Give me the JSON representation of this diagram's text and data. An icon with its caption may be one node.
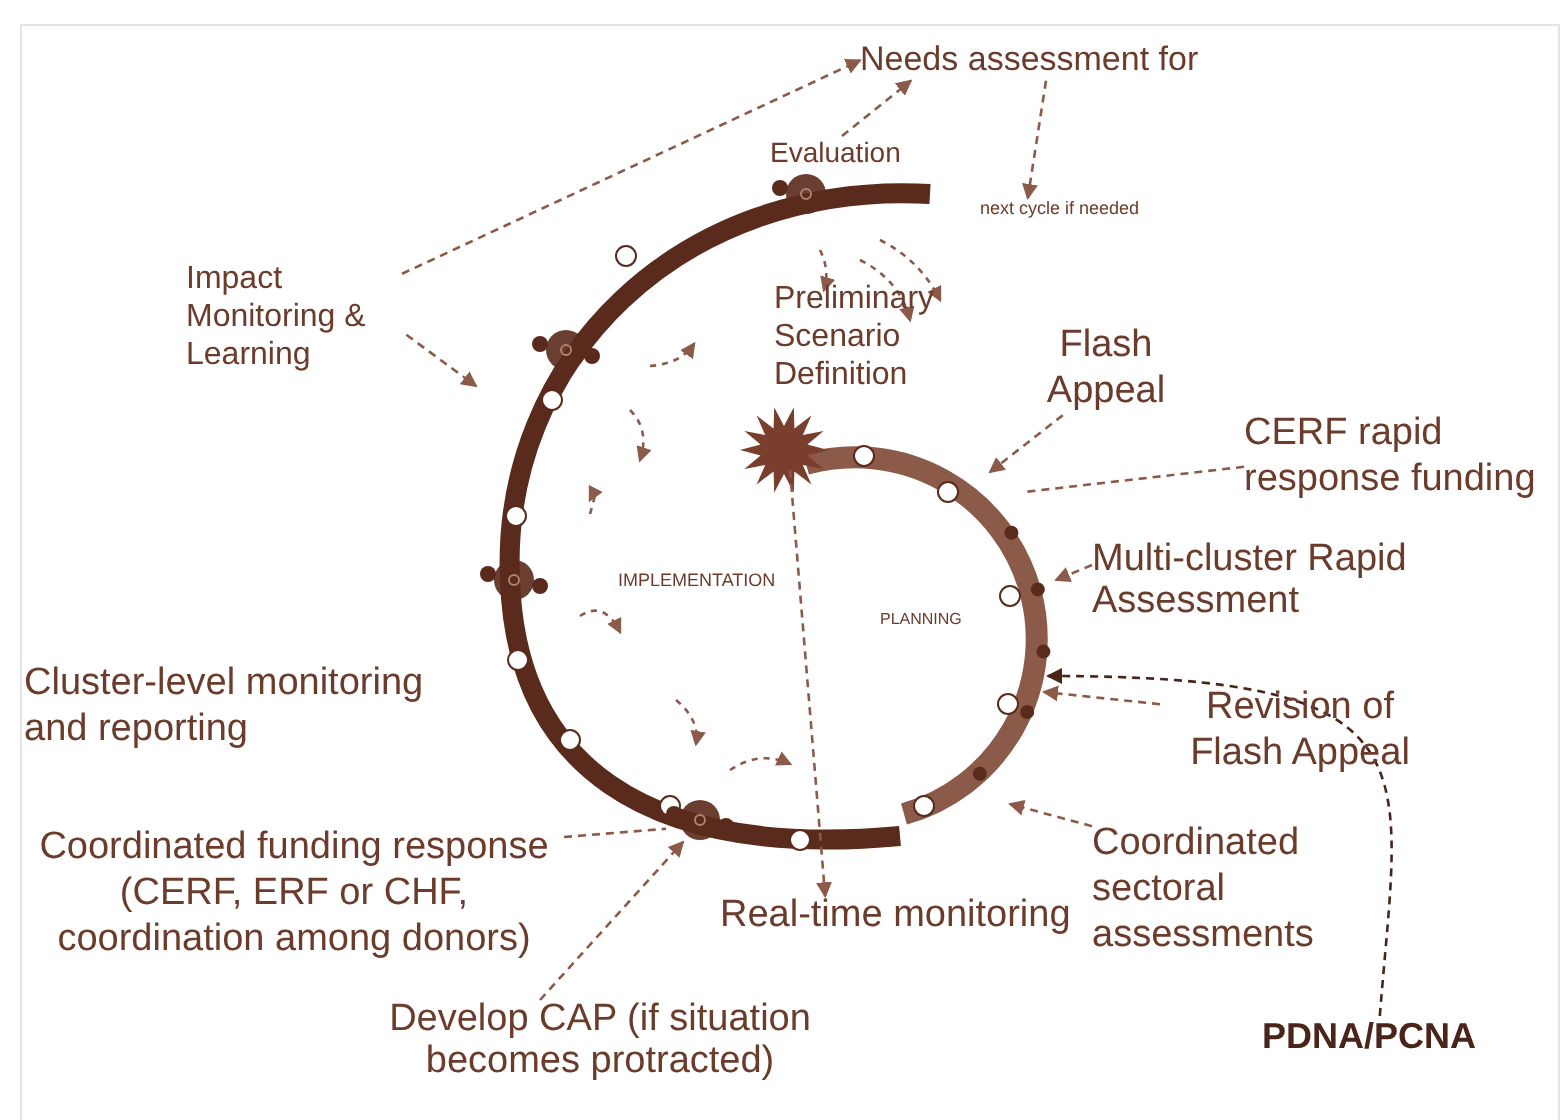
{
  "diagram": {
    "nodes": [
      {
        "text": [
          "Needs assessment for"
        ]
      },
      {
        "text": [
          "Evaluation"
        ]
      },
      {
        "text": [
          "next cycle if needed"
        ]
      },
      {
        "text": [
          "Impact Monitoring & Learning"
        ]
      },
      {
        "text": [
          "Preliminary Scenario Definition"
        ]
      },
      {
        "text": [
          "Flash Appeal"
        ]
      },
      {
        "text": [
          "CERF rapid response funding"
        ]
      },
      {
        "text": [
          "Multi-cluster Rapid Assessment"
        ]
      },
      {
        "text": [
          "IMPLEMENTATION"
        ]
      },
      {
        "text": [
          "PLANNING"
        ]
      },
      {
        "text": [
          "Revision of Flash Appeal"
        ]
      },
      {
        "text": [
          "Cluster-level monitoring and reporting"
        ]
      },
      {
        "text": [
          "Coordinated funding response (CERF, ERF or CHF, coordination among donors)"
        ]
      },
      {
        "text": [
          "Coordinated sectoral assessments"
        ]
      },
      {
        "text": [
          "Real-time monitoring"
        ]
      },
      {
        "text": [
          "Develop CAP (if situation becomes protracted)"
        ]
      },
      {
        "text": [
          "PDNA/PCNA"
        ]
      },
      {
        "text": [],
        "shape": "star"
      }
    ],
    "edges": [
      {
        "from": 3,
        "to": 0,
        "arrow": "to",
        "style": "dashed"
      },
      {
        "from": 3,
        "to": null,
        "arrow": "to",
        "style": "dashed"
      },
      {
        "from": 1,
        "to": 0,
        "arrow": "to",
        "style": "dashed"
      },
      {
        "from": 0,
        "to": 2,
        "arrow": "to",
        "style": "dashed"
      },
      {
        "from": 5,
        "to": null,
        "arrow": "to",
        "style": "dashed"
      },
      {
        "from": 6,
        "to": null,
        "arrow": "none",
        "style": "dashed"
      },
      {
        "from": 7,
        "to": null,
        "arrow": "to",
        "style": "dashed"
      },
      {
        "from": 10,
        "to": null,
        "arrow": "to",
        "style": "dashed"
      },
      {
        "from": 16,
        "to": null,
        "arrow": "to",
        "style": "dashed",
        "color": "#4a2418"
      },
      {
        "from": 12,
        "to": 17,
        "arrow": "none",
        "style": "dashed"
      },
      {
        "from": 15,
        "to": 17,
        "arrow": "to",
        "style": "dashed"
      },
      {
        "from": null,
        "to": 14,
        "arrow": "to",
        "style": "dashed"
      },
      {
        "from": 13,
        "to": null,
        "arrow": "to",
        "style": "dashed"
      }
    ]
  }
}
